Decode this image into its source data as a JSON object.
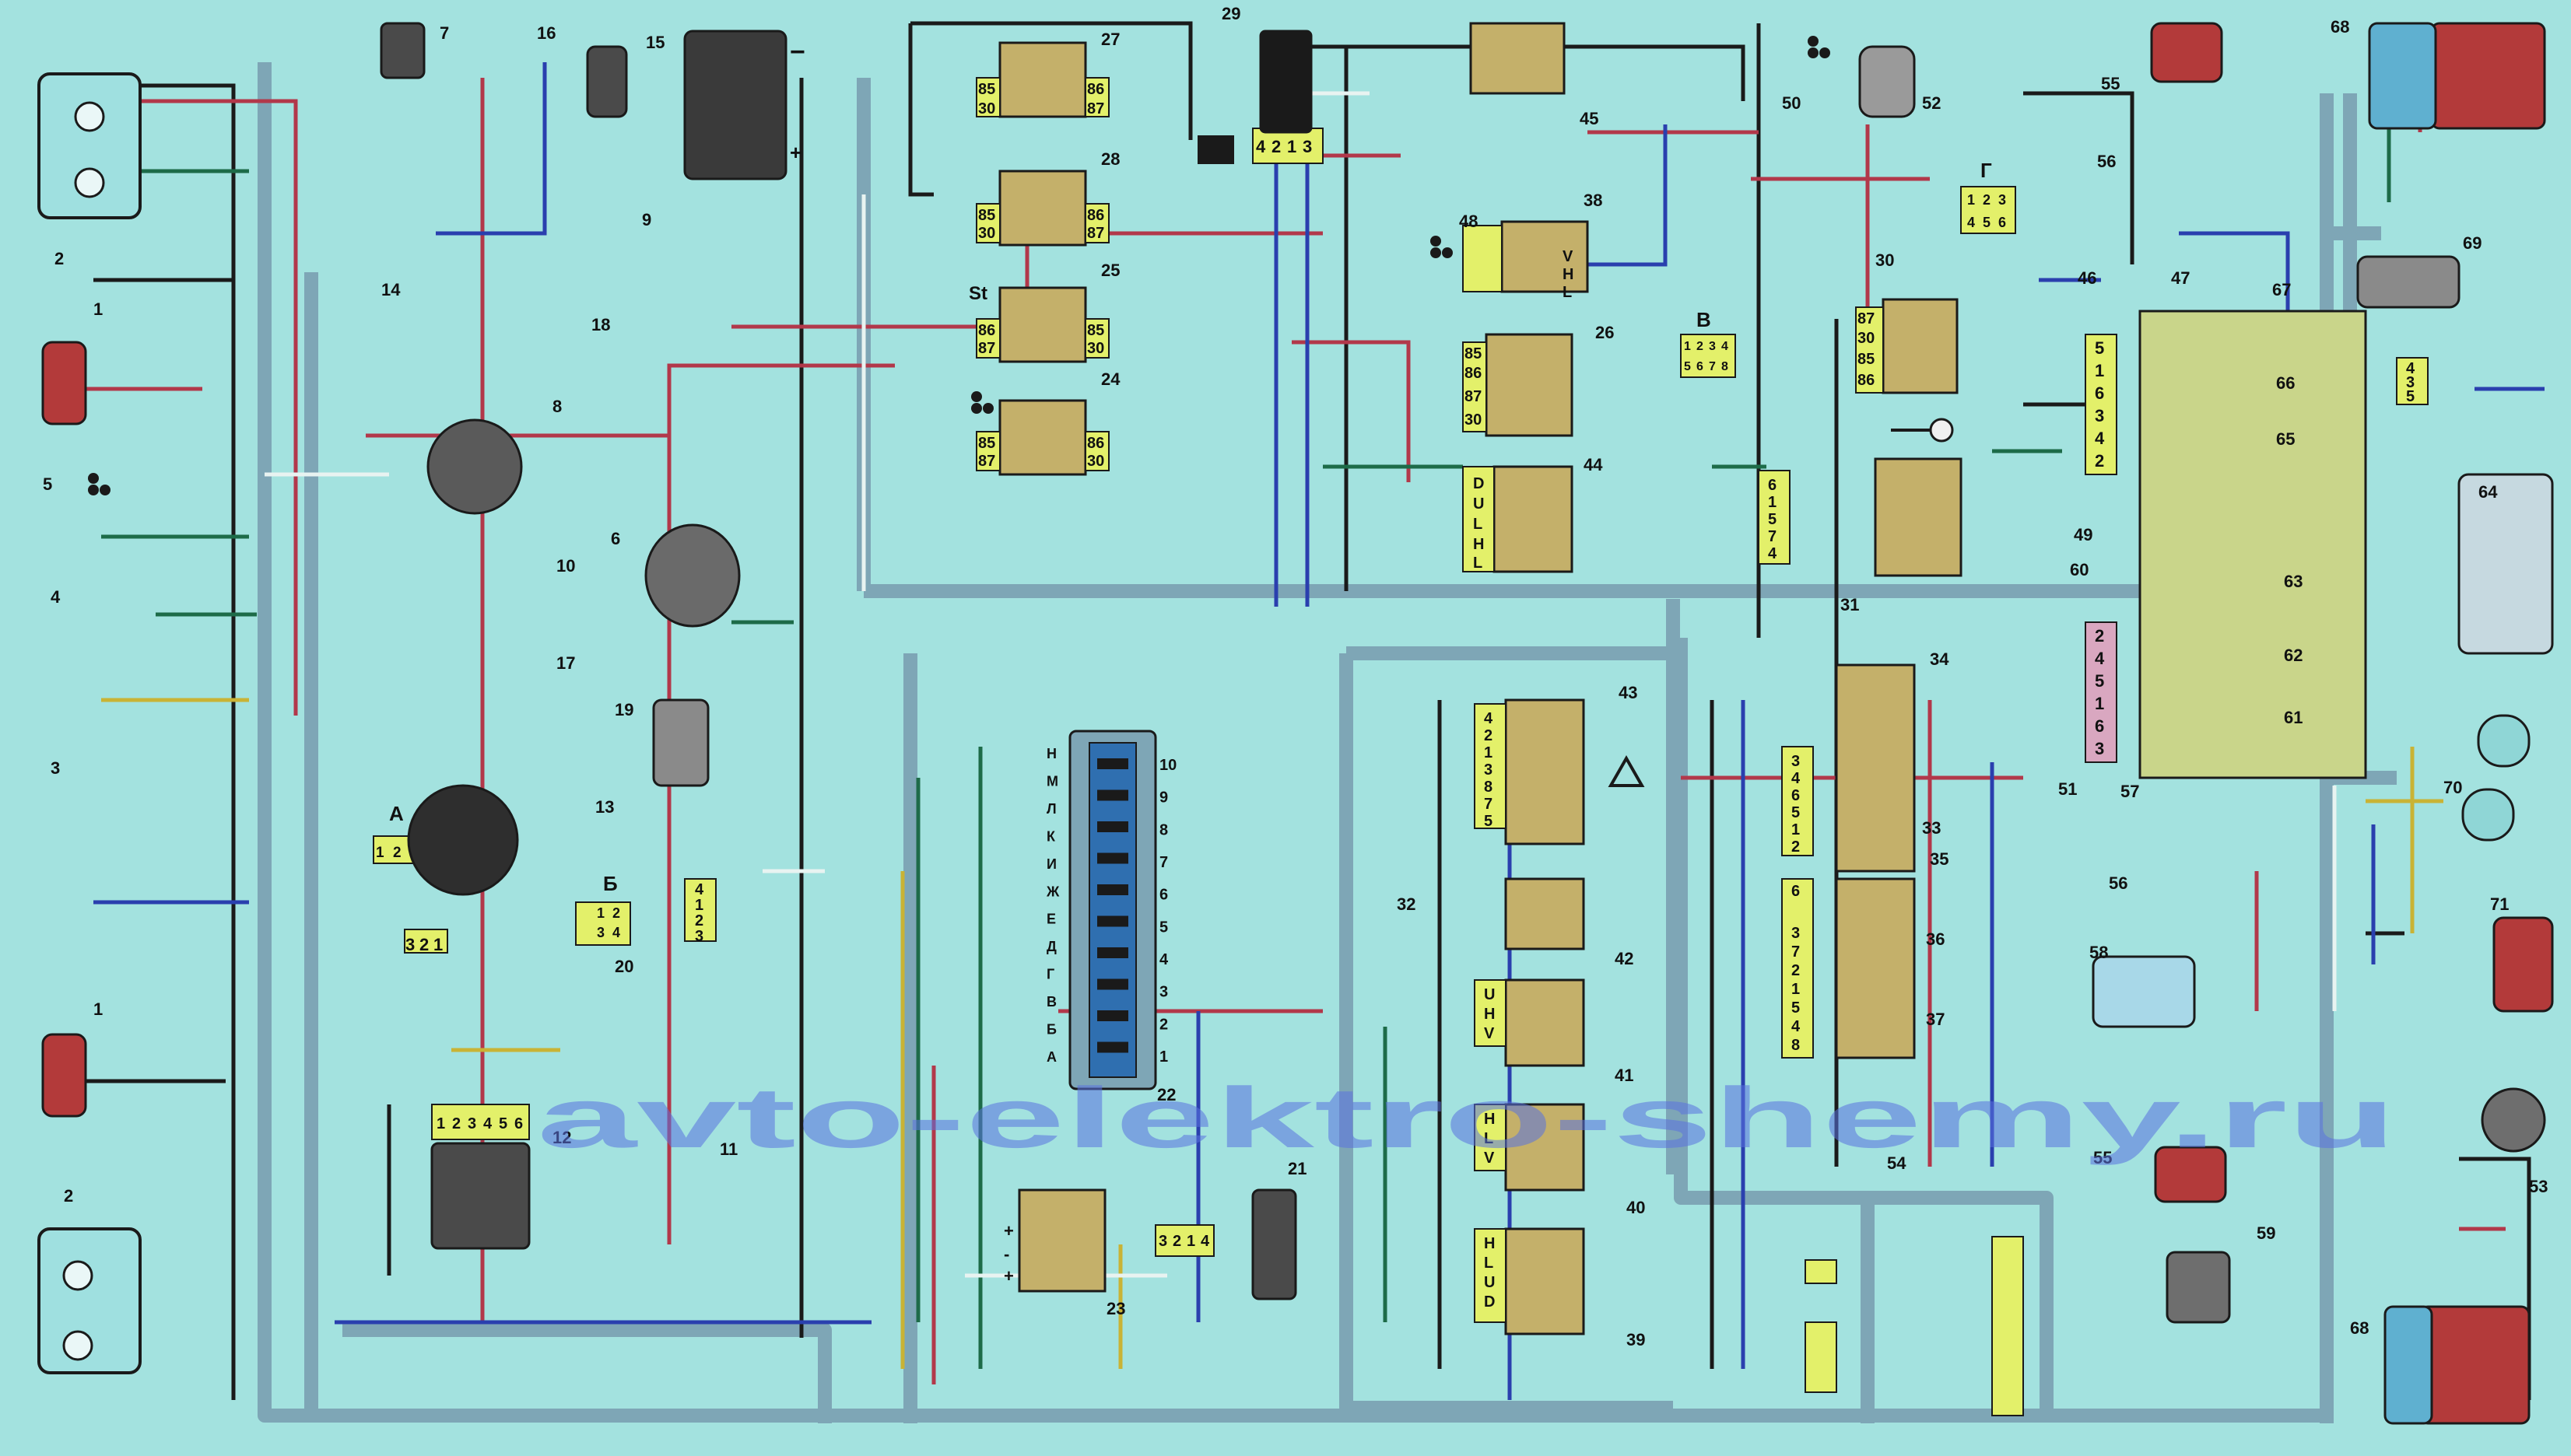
{
  "watermark": "avto-elektro-shemy.ru",
  "component_numbers": [
    "1",
    "2",
    "3",
    "4",
    "5",
    "6",
    "7",
    "8",
    "9",
    "10",
    "11",
    "12",
    "13",
    "14",
    "15",
    "16",
    "17",
    "18",
    "19",
    "20",
    "21",
    "22",
    "23",
    "24",
    "25",
    "26",
    "27",
    "28",
    "29",
    "30",
    "31",
    "32",
    "33",
    "34",
    "35",
    "36",
    "37",
    "38",
    "39",
    "40",
    "41",
    "42",
    "43",
    "44",
    "45",
    "46",
    "47",
    "48",
    "49",
    "50",
    "51",
    "52",
    "53",
    "54",
    "55",
    "56",
    "57",
    "58",
    "59",
    "60",
    "61",
    "62",
    "63",
    "64",
    "65",
    "66",
    "67",
    "68",
    "69",
    "70",
    "71"
  ],
  "block_letters": [
    "А",
    "Б",
    "В",
    "Г"
  ],
  "relay_pins": {
    "r27": [
      "85",
      "86",
      "30",
      "87"
    ],
    "r28": [
      "85",
      "86",
      "30",
      "87"
    ],
    "r25": [
      "86",
      "85",
      "87",
      "30"
    ],
    "r24": [
      "85",
      "86",
      "87",
      "30"
    ],
    "r26": [
      "85",
      "86",
      "87",
      "30"
    ],
    "r30": [
      "87",
      "30",
      "85",
      "86"
    ]
  },
  "relay_25_tag": "St",
  "connector_A": [
    "1",
    "2",
    "3"
  ],
  "connector_B": [
    "1",
    "2",
    "3",
    "4"
  ],
  "connector_V": [
    "1",
    "2",
    "3",
    "4",
    "5",
    "6",
    "7",
    "8"
  ],
  "connector_G": [
    "1",
    "2",
    "3",
    "4",
    "5",
    "6"
  ],
  "fuse_letters_left": [
    "А",
    "Б",
    "В",
    "Г",
    "Д",
    "Е",
    "Ж",
    "И",
    "К",
    "Л",
    "М",
    "Н"
  ],
  "fuse_numbers_right": [
    "10",
    "9",
    "8",
    "7",
    "6",
    "5",
    "4",
    "3",
    "2",
    "1"
  ],
  "conn_12": [
    "1",
    "2",
    "3",
    "4",
    "5",
    "6"
  ],
  "conn_12_top": [
    "3",
    "2",
    "1"
  ],
  "conn_19": [
    "4",
    "1",
    "2",
    "3"
  ],
  "conn_29": [
    "4",
    "2",
    "1",
    "3"
  ],
  "conn_21": [
    "3",
    "2",
    "1",
    "4"
  ],
  "conn_43": [
    "4",
    "2",
    "1",
    "3",
    "8",
    "7",
    "5"
  ],
  "conn_31": [
    "6",
    "1",
    "5",
    "7",
    "4"
  ],
  "conn_33": [
    "3",
    "4",
    "6",
    "5",
    "1",
    "2"
  ],
  "conn_36": [
    "6",
    "3",
    "7",
    "2",
    "1",
    "5",
    "4",
    "8"
  ],
  "conn_47_left": [
    "5",
    "1",
    "6",
    "3",
    "4",
    "2"
  ],
  "conn_47_lower": [
    "2",
    "4",
    "5",
    "1",
    "6",
    "3"
  ],
  "conn_44": [
    "D",
    "U",
    "L",
    "H",
    "L"
  ],
  "conn_48": [
    "V",
    "H",
    "L"
  ],
  "conn_41": [
    "U",
    "H",
    "V"
  ],
  "conn_40": [
    "H",
    "L",
    "V"
  ],
  "conn_39": [
    "H",
    "L",
    "U",
    "D"
  ],
  "conn_23": [
    "+",
    "-",
    "+"
  ],
  "conn_69": [
    "4",
    "3",
    "5"
  ],
  "terminal_15_minus": "−",
  "terminal_15_plus": "+",
  "icon_names": [
    "wiper",
    "fan",
    "horn",
    "fog-lamp",
    "coolant-temp",
    "oil-can",
    "high-beam",
    "low-beam",
    "turn-signal",
    "hazard",
    "brake",
    "defrost",
    "interior-lamp",
    "key",
    "reverse",
    "fuel",
    "battery",
    "oil-pressure",
    "trunk-lamp",
    "plate-lamp",
    "door",
    "dashboard"
  ],
  "colors": {
    "background": "#a3e2df",
    "wire_harness": "#7ea6b6",
    "wire_red": "#b2384a",
    "wire_blue": "#2a3fae",
    "wire_green": "#1d6b48",
    "wire_black": "#1a1a1a",
    "wire_yellow": "#c9b335",
    "wire_white": "#e8f3f1",
    "relay_body": "#c4b06a",
    "connector": "#e3f06a",
    "lamp_red": "#b33a3a",
    "headlamp_fill": "#9fe0e0",
    "watermark": "#5a73e0"
  }
}
